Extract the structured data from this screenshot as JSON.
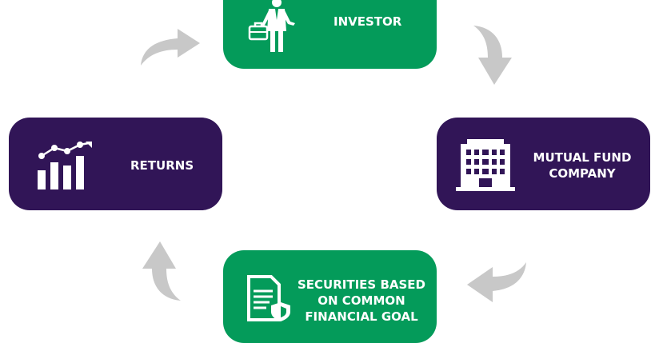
{
  "cycle": {
    "investor": {
      "label": "INVESTOR",
      "icon": "businessman-icon",
      "color": "#049b5a"
    },
    "mutual_fund": {
      "label_line1": "MUTUAL FUND",
      "label_line2": "COMPANY",
      "icon": "office-building-icon",
      "color": "#311557"
    },
    "securities": {
      "label_line1": "SECURITIES BASED",
      "label_line2": "ON COMMON",
      "label_line3": "FINANCIAL GOAL",
      "icon": "secure-document-icon",
      "color": "#049b5a"
    },
    "returns": {
      "label": "RETURNS",
      "icon": "growth-chart-icon",
      "color": "#311557"
    }
  },
  "arrow_color": "#c8c8c8"
}
